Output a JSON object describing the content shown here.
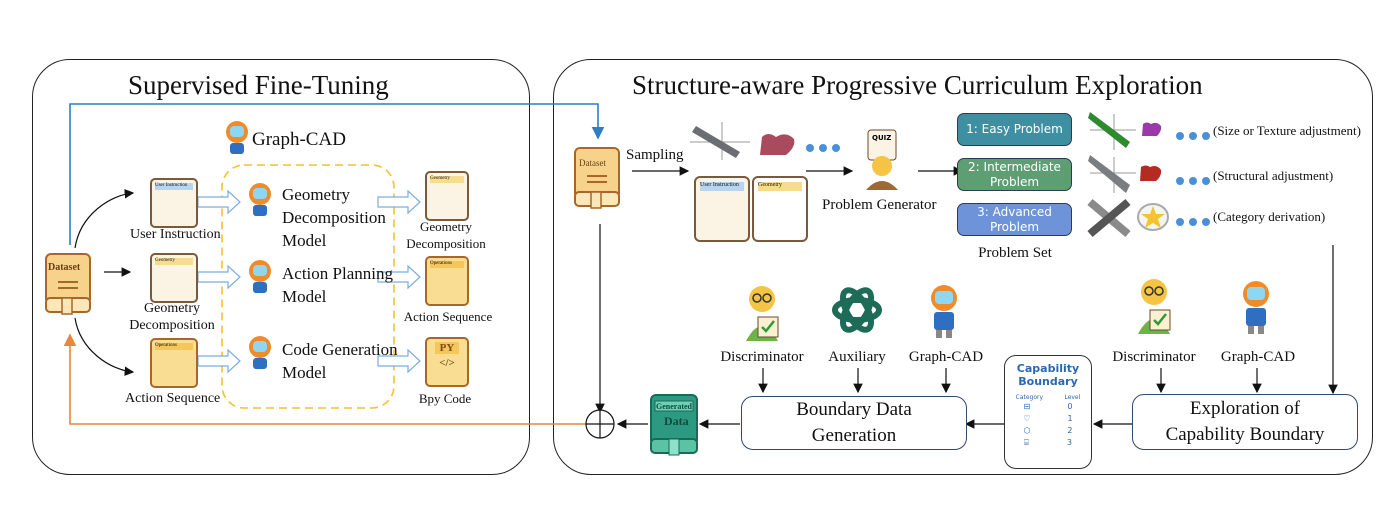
{
  "panels": {
    "left_title": "Supervised Fine-Tuning",
    "right_title": "Structure-aware Progressive Curriculum Exploration"
  },
  "sft": {
    "dataset_label": "Dataset",
    "model_name": "Graph-CAD",
    "inputs": [
      {
        "label": "User Instruction",
        "doc_tag": "User Instruction"
      },
      {
        "label": "Geometry\nDecomposition",
        "doc_tag": "Geometry"
      },
      {
        "label": "Action Sequence",
        "doc_tag": "Operations"
      }
    ],
    "models": [
      {
        "label": "Geometry\nDecomposition\nModel"
      },
      {
        "label": "Action Planning\nModel"
      },
      {
        "label": "Code Generation\nModel"
      }
    ],
    "outputs": [
      {
        "label": "Geometry\nDecomposition",
        "doc_tag": "Geometry"
      },
      {
        "label": "Action Sequence",
        "doc_tag": "Operations"
      },
      {
        "label": "Bpy Code",
        "doc_tag": "PY"
      }
    ]
  },
  "curriculum": {
    "dataset_label": "Dataset",
    "sampling_label": "Sampling",
    "sample_docs": [
      "User Instruction",
      "Geometry"
    ],
    "problem_generator_label": "Problem Generator",
    "quiz_tag": "QUIZ",
    "problem_set_label": "Problem Set",
    "problems": [
      {
        "label": "1: Easy Problem",
        "color": "#3f8fa3",
        "note": "(Size or Texture adjustment)"
      },
      {
        "label": "2: Intermediate\nProblem",
        "color": "#5d9e73",
        "note": "(Structural adjustment)"
      },
      {
        "label": "3: Advanced\nProblem",
        "color": "#6f93d8",
        "note": "(Category derivation)"
      }
    ],
    "boundary_generation": {
      "agents": [
        "Discriminator",
        "Auxiliary",
        "Graph-CAD"
      ],
      "box_label": "Boundary Data\nGeneration"
    },
    "exploration": {
      "agents": [
        "Discriminator",
        "Graph-CAD"
      ],
      "box_label": "Exploration of\nCapability Boundary"
    },
    "capability_boundary": {
      "title": "Capability\nBoundary",
      "col_category": "Category",
      "col_level": "Level",
      "rows": [
        {
          "icon": "table-icon",
          "level": "0"
        },
        {
          "icon": "heart-icon",
          "level": "1"
        },
        {
          "icon": "cube-icon",
          "level": "2"
        },
        {
          "icon": "cylinder-icon",
          "level": "3"
        }
      ]
    },
    "generated_data": {
      "tag": "Generated",
      "label": "Data"
    }
  },
  "colors": {
    "blue_arrow": "#2f7dc4",
    "orange_arrow": "#e8873a",
    "dashed_box": "#f2c230",
    "book": "#f6d28a",
    "book_border": "#a8672a",
    "generated_book": "#2c9a80"
  }
}
